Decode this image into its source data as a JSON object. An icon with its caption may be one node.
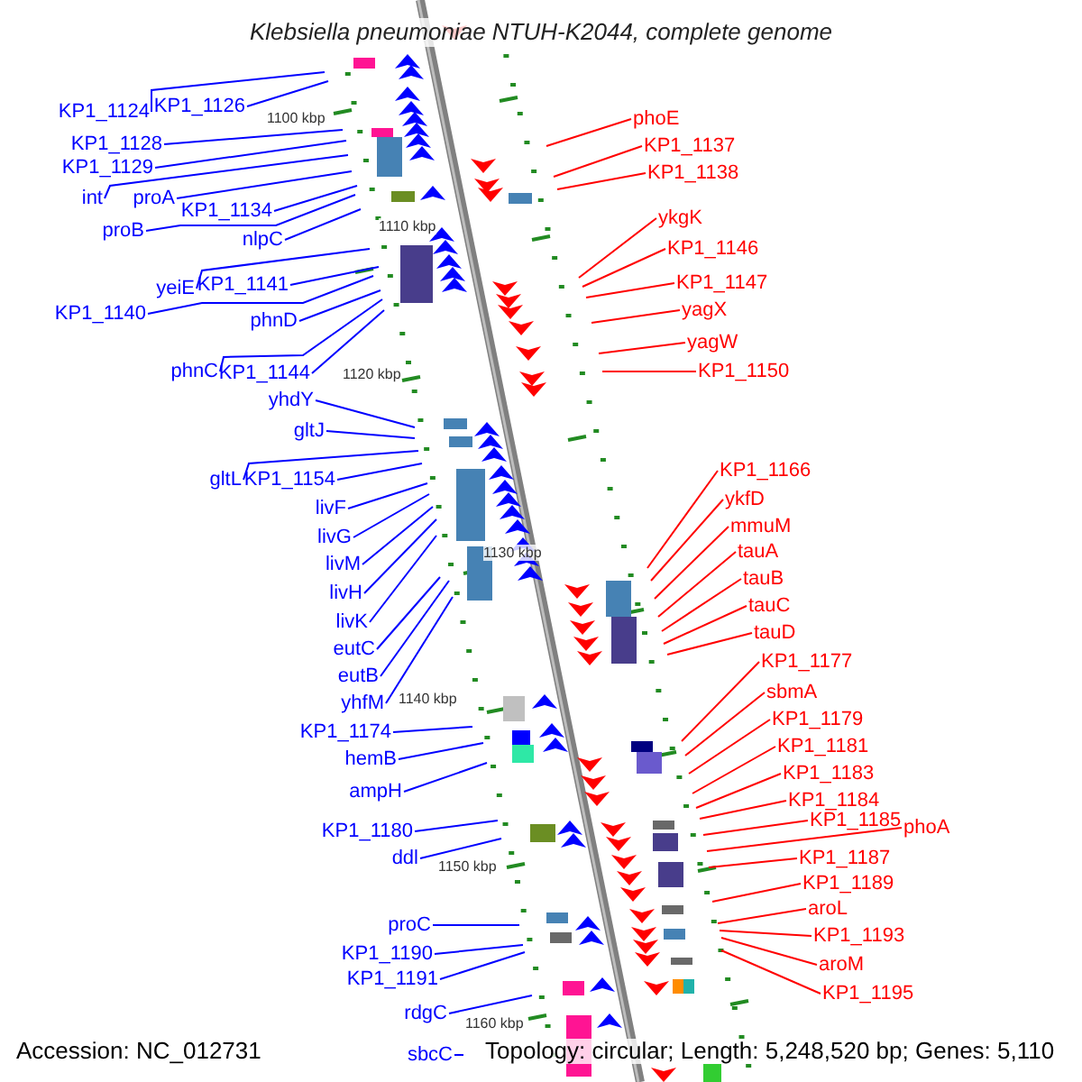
{
  "diagram": {
    "title": "Klebsiella pneumoniae NTUH-K2044, complete genome",
    "nodes": [
      {
        "text": [
          "KP1_1124"
        ]
      },
      {
        "text": [
          "KP1_1126"
        ]
      },
      {
        "text": [
          "KP1_1128"
        ]
      },
      {
        "text": [
          "KP1_1129"
        ]
      },
      {
        "text": [
          "int"
        ]
      },
      {
        "text": [
          "proA"
        ]
      },
      {
        "text": [
          "KP1_1134"
        ]
      },
      {
        "text": [
          "proB"
        ]
      },
      {
        "text": [
          "nlpC"
        ]
      },
      {
        "text": [
          "yeiE"
        ]
      },
      {
        "text": [
          "KP1_1141"
        ]
      },
      {
        "text": [
          "KP1_1140"
        ]
      },
      {
        "text": [
          "phnD"
        ]
      },
      {
        "text": [
          "phnC"
        ]
      },
      {
        "text": [
          "KP1_1144"
        ]
      },
      {
        "text": [
          "yhdY"
        ]
      },
      {
        "text": [
          "gltJ"
        ]
      },
      {
        "text": [
          "gltL"
        ]
      },
      {
        "text": [
          "KP1_1154"
        ]
      },
      {
        "text": [
          "livF"
        ]
      },
      {
        "text": [
          "livG"
        ]
      },
      {
        "text": [
          "livM"
        ]
      },
      {
        "text": [
          "livH"
        ]
      },
      {
        "text": [
          "livK"
        ]
      },
      {
        "text": [
          "eutC"
        ]
      },
      {
        "text": [
          "eutB"
        ]
      },
      {
        "text": [
          "yhfM"
        ]
      },
      {
        "text": [
          "KP1_1174"
        ]
      },
      {
        "text": [
          "hemB"
        ]
      },
      {
        "text": [
          "ampH"
        ]
      },
      {
        "text": [
          "KP1_1180"
        ]
      },
      {
        "text": [
          "ddl"
        ]
      },
      {
        "text": [
          "proC"
        ]
      },
      {
        "text": [
          "KP1_1190"
        ]
      },
      {
        "text": [
          "KP1_1191"
        ]
      },
      {
        "text": [
          "rdgC"
        ]
      },
      {
        "text": [
          "sbcC"
        ]
      },
      {
        "text": [
          "phoE"
        ]
      },
      {
        "text": [
          "KP1_1137"
        ]
      },
      {
        "text": [
          "KP1_1138"
        ]
      },
      {
        "text": [
          "ykgK"
        ]
      },
      {
        "text": [
          "KP1_1146"
        ]
      },
      {
        "text": [
          "KP1_1147"
        ]
      },
      {
        "text": [
          "yagX"
        ]
      },
      {
        "text": [
          "yagW"
        ]
      },
      {
        "text": [
          "KP1_1150"
        ]
      },
      {
        "text": [
          "KP1_1166"
        ]
      },
      {
        "text": [
          "ykfD"
        ]
      },
      {
        "text": [
          "mmuM"
        ]
      },
      {
        "text": [
          "tauA"
        ]
      },
      {
        "text": [
          "tauB"
        ]
      },
      {
        "text": [
          "tauC"
        ]
      },
      {
        "text": [
          "tauD"
        ]
      },
      {
        "text": [
          "KP1_1177"
        ]
      },
      {
        "text": [
          "sbmA"
        ]
      },
      {
        "text": [
          "KP1_1179"
        ]
      },
      {
        "text": [
          "KP1_1181"
        ]
      },
      {
        "text": [
          "KP1_1183"
        ]
      },
      {
        "text": [
          "KP1_1184"
        ]
      },
      {
        "text": [
          "KP1_1185"
        ]
      },
      {
        "text": [
          "phoA"
        ]
      },
      {
        "text": [
          "KP1_1187"
        ]
      },
      {
        "text": [
          "KP1_1189"
        ]
      },
      {
        "text": [
          "aroL"
        ]
      },
      {
        "text": [
          "KP1_1193"
        ]
      },
      {
        "text": [
          "aroM"
        ]
      },
      {
        "text": [
          "KP1_1195"
        ]
      }
    ],
    "edges": [
      {
        "from": 0,
        "to": null,
        "arrow": "none"
      },
      {
        "from": 1,
        "to": null,
        "arrow": "none"
      },
      {
        "from": 2,
        "to": null,
        "arrow": "none"
      },
      {
        "from": 3,
        "to": null,
        "arrow": "none"
      },
      {
        "from": 4,
        "to": null,
        "arrow": "none"
      },
      {
        "from": 5,
        "to": null,
        "arrow": "none"
      },
      {
        "from": 6,
        "to": null,
        "arrow": "none"
      },
      {
        "from": 7,
        "to": null,
        "arrow": "none"
      },
      {
        "from": 8,
        "to": null,
        "arrow": "none"
      },
      {
        "from": 9,
        "to": null,
        "arrow": "none"
      },
      {
        "from": 10,
        "to": null,
        "arrow": "none"
      },
      {
        "from": 11,
        "to": null,
        "arrow": "none"
      },
      {
        "from": 12,
        "to": null,
        "arrow": "none"
      },
      {
        "from": 13,
        "to": null,
        "arrow": "none"
      },
      {
        "from": 14,
        "to": null,
        "arrow": "none"
      },
      {
        "from": 15,
        "to": null,
        "arrow": "none"
      },
      {
        "from": 16,
        "to": null,
        "arrow": "none"
      },
      {
        "from": 17,
        "to": null,
        "arrow": "none"
      },
      {
        "from": 18,
        "to": null,
        "arrow": "none"
      },
      {
        "from": 19,
        "to": null,
        "arrow": "none"
      },
      {
        "from": 20,
        "to": null,
        "arrow": "none"
      },
      {
        "from": 21,
        "to": null,
        "arrow": "none"
      },
      {
        "from": 22,
        "to": null,
        "arrow": "none"
      },
      {
        "from": 23,
        "to": null,
        "arrow": "none"
      },
      {
        "from": 24,
        "to": null,
        "arrow": "none"
      },
      {
        "from": 25,
        "to": null,
        "arrow": "none"
      },
      {
        "from": 26,
        "to": null,
        "arrow": "none"
      },
      {
        "from": 27,
        "to": null,
        "arrow": "none"
      },
      {
        "from": 28,
        "to": null,
        "arrow": "none"
      },
      {
        "from": 29,
        "to": null,
        "arrow": "none"
      },
      {
        "from": 30,
        "to": null,
        "arrow": "none"
      },
      {
        "from": 31,
        "to": null,
        "arrow": "none"
      },
      {
        "from": 32,
        "to": null,
        "arrow": "none"
      },
      {
        "from": 33,
        "to": null,
        "arrow": "none"
      },
      {
        "from": 34,
        "to": null,
        "arrow": "none"
      },
      {
        "from": 35,
        "to": null,
        "arrow": "none"
      },
      {
        "from": 36,
        "to": null,
        "arrow": "none"
      },
      {
        "from": 37,
        "to": null,
        "arrow": "none",
        "color": "#ff0000"
      },
      {
        "from": 38,
        "to": null,
        "arrow": "none",
        "color": "#ff0000"
      },
      {
        "from": 39,
        "to": null,
        "arrow": "none",
        "color": "#ff0000"
      },
      {
        "from": 40,
        "to": null,
        "arrow": "none",
        "color": "#ff0000"
      },
      {
        "from": 41,
        "to": null,
        "arrow": "none",
        "color": "#ff0000"
      },
      {
        "from": 42,
        "to": null,
        "arrow": "none",
        "color": "#ff0000"
      },
      {
        "from": 43,
        "to": null,
        "arrow": "none",
        "color": "#ff0000"
      },
      {
        "from": 44,
        "to": null,
        "arrow": "none",
        "color": "#ff0000"
      },
      {
        "from": 45,
        "to": null,
        "arrow": "none",
        "color": "#ff0000"
      },
      {
        "from": 46,
        "to": null,
        "arrow": "none",
        "color": "#ff0000"
      },
      {
        "from": 47,
        "to": null,
        "arrow": "none",
        "color": "#ff0000"
      },
      {
        "from": 48,
        "to": null,
        "arrow": "none",
        "color": "#ff0000"
      },
      {
        "from": 49,
        "to": null,
        "arrow": "none",
        "color": "#ff0000"
      },
      {
        "from": 50,
        "to": null,
        "arrow": "none",
        "color": "#ff0000"
      },
      {
        "from": 51,
        "to": null,
        "arrow": "none",
        "color": "#ff0000"
      },
      {
        "from": 52,
        "to": null,
        "arrow": "none",
        "color": "#ff0000"
      },
      {
        "from": 53,
        "to": null,
        "arrow": "none",
        "color": "#ff0000"
      },
      {
        "from": 54,
        "to": null,
        "arrow": "none",
        "color": "#ff0000"
      },
      {
        "from": 55,
        "to": null,
        "arrow": "none",
        "color": "#ff0000"
      },
      {
        "from": 56,
        "to": null,
        "arrow": "none",
        "color": "#ff0000"
      },
      {
        "from": 57,
        "to": null,
        "arrow": "none",
        "color": "#ff0000"
      },
      {
        "from": 58,
        "to": null,
        "arrow": "none",
        "color": "#ff0000"
      },
      {
        "from": 59,
        "to": null,
        "arrow": "none",
        "color": "#ff0000"
      },
      {
        "from": 60,
        "to": null,
        "arrow": "none",
        "color": "#ff0000"
      },
      {
        "from": 61,
        "to": null,
        "arrow": "none",
        "color": "#ff0000"
      },
      {
        "from": 62,
        "to": null,
        "arrow": "none",
        "color": "#ff0000"
      },
      {
        "from": 63,
        "to": null,
        "arrow": "none",
        "color": "#ff0000"
      },
      {
        "from": 64,
        "to": null,
        "arrow": "none",
        "color": "#ff0000"
      },
      {
        "from": 65,
        "to": null,
        "arrow": "none",
        "color": "#ff0000"
      },
      {
        "from": 66,
        "to": null,
        "arrow": "none",
        "color": "#ff0000"
      }
    ],
    "labels": [
      "1100 kbp",
      "1110 kbp",
      "1120 kbp",
      "1130 kbp",
      "1140 kbp",
      "1150 kbp",
      "1160 kbp",
      "Accession: NC_012731",
      "Topology: circular; Length: 5,248,520 bp; Genes: 5,110"
    ]
  }
}
